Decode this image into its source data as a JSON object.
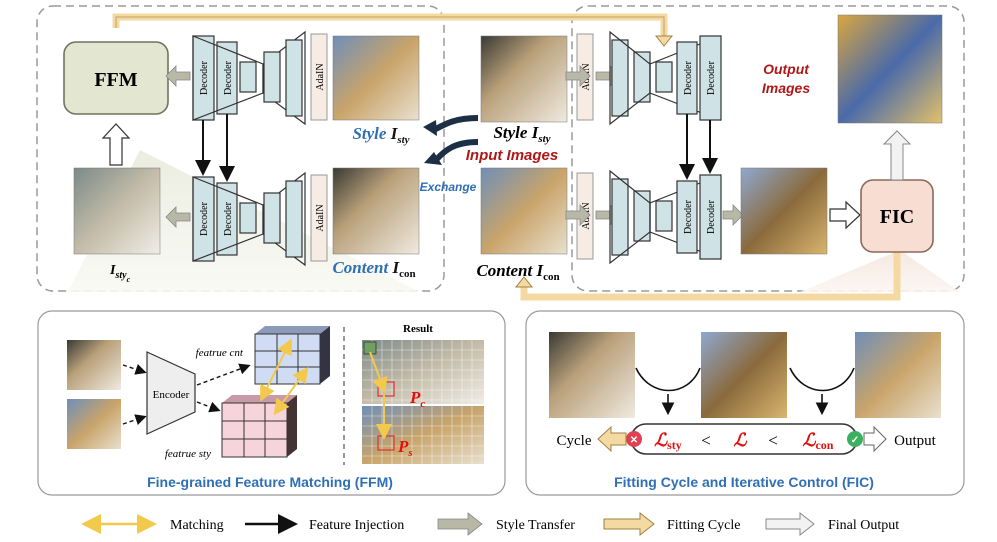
{
  "top": {
    "ffm_label": "FFM",
    "fic_label": "FIC",
    "decoder_label": "Decoder",
    "adain_label": "AdaIN",
    "style_left": {
      "word": "Style",
      "var": "I",
      "sub": "sty"
    },
    "content_left": {
      "word": "Content",
      "var": "I",
      "sub": "con"
    },
    "style_center": {
      "word": "Style",
      "var": "I",
      "sub": "sty"
    },
    "content_center": {
      "word": "Content",
      "var": "I",
      "sub": "con"
    },
    "input_images": "Input Images",
    "exchange": "Exchange",
    "output_images_line1": "Output",
    "output_images_line2": "Images",
    "istyc": {
      "var": "I",
      "sub": "sty",
      "subsub": "c"
    }
  },
  "ffm_panel": {
    "encoder": "Encoder",
    "feat_cnt": "featrue cnt",
    "feat_sty": "featrue sty",
    "result": "Result",
    "pc": {
      "var": "P",
      "sub": "c"
    },
    "ps": {
      "var": "P",
      "sub": "s"
    },
    "title": "Fine-grained Feature Matching (FFM)"
  },
  "fic_panel": {
    "cycle": "Cycle",
    "output": "Output",
    "loss_sty": {
      "sym": "ℒ",
      "sub": "sty"
    },
    "loss": "ℒ",
    "loss_con": {
      "sym": "ℒ",
      "sub": "con"
    },
    "lt": "<",
    "title": "Fitting Cycle and Iterative Control (FIC)"
  },
  "legend": [
    {
      "label": "Matching",
      "color": "#f2c94c"
    },
    {
      "label": "Feature Injection",
      "color": "#111111"
    },
    {
      "label": "Style Transfer",
      "color": "#b7b9a6"
    },
    {
      "label": "Fitting Cycle",
      "color": "#f5d9a3"
    },
    {
      "label": "Final Output",
      "color": "#eeeeee"
    }
  ],
  "colors": {
    "net_fill": "#cfe3e6",
    "ffm_fill": "#e3e7d2",
    "fic_fill": "#f8ddd2",
    "title_blue": "#2f6fb5",
    "dark_red": "#b01818"
  }
}
